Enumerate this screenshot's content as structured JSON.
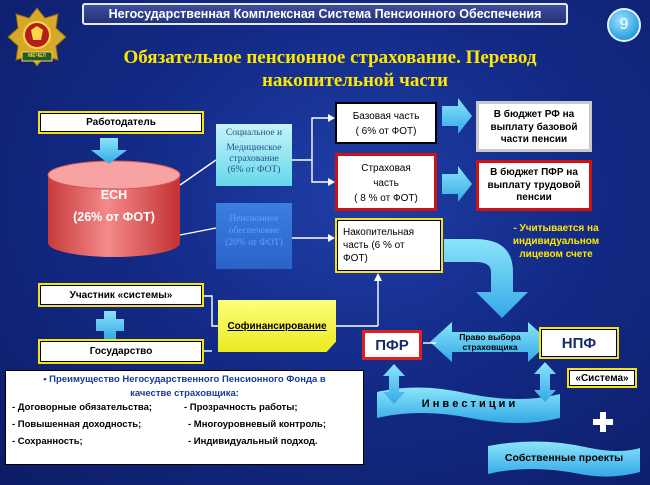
{
  "header": {
    "title": "Негосударственная Комплексная Система Пенсионного Обеспечения",
    "slide_number": "9"
  },
  "title": {
    "line1": "Обязательное пенсионное страхование.  Перевод",
    "line2": "накопительной части"
  },
  "employer": "Работодатель",
  "esn": {
    "label": "ЕСН",
    "value": "(26% от ФОТ)"
  },
  "social_note": {
    "l1": "Социальное и",
    "l2": "Медицинское",
    "l3": "страхование",
    "l4": "(6% от ФОТ)"
  },
  "pension_note": {
    "l1": "Пенсионное",
    "l2": "обеспечение",
    "l3": "(20% от ФОТ)"
  },
  "base_part": {
    "l1": "Базовая часть",
    "l2": "( 6% от ФОТ)"
  },
  "insurance_part": {
    "l1": "Страховая",
    "l2": "часть",
    "l3": "( 8 % от ФОТ)"
  },
  "funded_part": {
    "l1": "Накопительная",
    "l2": "часть (6 % от",
    "l3": "ФОТ)"
  },
  "budget_rf": {
    "l1": "В бюджет РФ на",
    "l2": "выплату базовой",
    "l3": "части пенсии"
  },
  "budget_pfr": {
    "l1": "В бюджет ПФР на",
    "l2": "выплату трудовой",
    "l3": "пенсии"
  },
  "account_note": {
    "l1": "- Учитывается на",
    "l2": "индивидуальном",
    "l3": "лицевом счете"
  },
  "participant": "Участник «системы»",
  "government": "Государство",
  "cofinancing": "Софинансирование",
  "pfr": "ПФР",
  "npf": "НПФ",
  "choice": {
    "l1": "Право выбора",
    "l2": "страховщика"
  },
  "system": "«Система»",
  "investments": "И н в е с т и ц и и",
  "own_projects": "Собственные проекты",
  "advantages": {
    "title1": "• Преимущество Негосударственного Пенсионного Фонда в",
    "title2": "качестве страховщика:",
    "row1a": "-  Договорные обязательства;",
    "row1b": "- Прозрачность работы;",
    "row2a": "-  Повышенная доходность;",
    "row2b": "-  Многоуровневый контроль;",
    "row3a": "-  Сохранность;",
    "row3b": "-  Индивидуальный подход."
  },
  "emblem": {
    "ribbon": "МЕЧЕЛ"
  },
  "colors": {
    "title": "#ffe800",
    "yellow_border": "#f5e11a",
    "red_border": "#d01111",
    "arrow": "#4fc3ee",
    "esn_fill": "#f07070"
  },
  "icons": [
    "emblem-icon",
    "arrow-down-icon",
    "arrow-right-icon",
    "plus-icon",
    "double-arrow-icon",
    "curved-arrow-icon"
  ]
}
